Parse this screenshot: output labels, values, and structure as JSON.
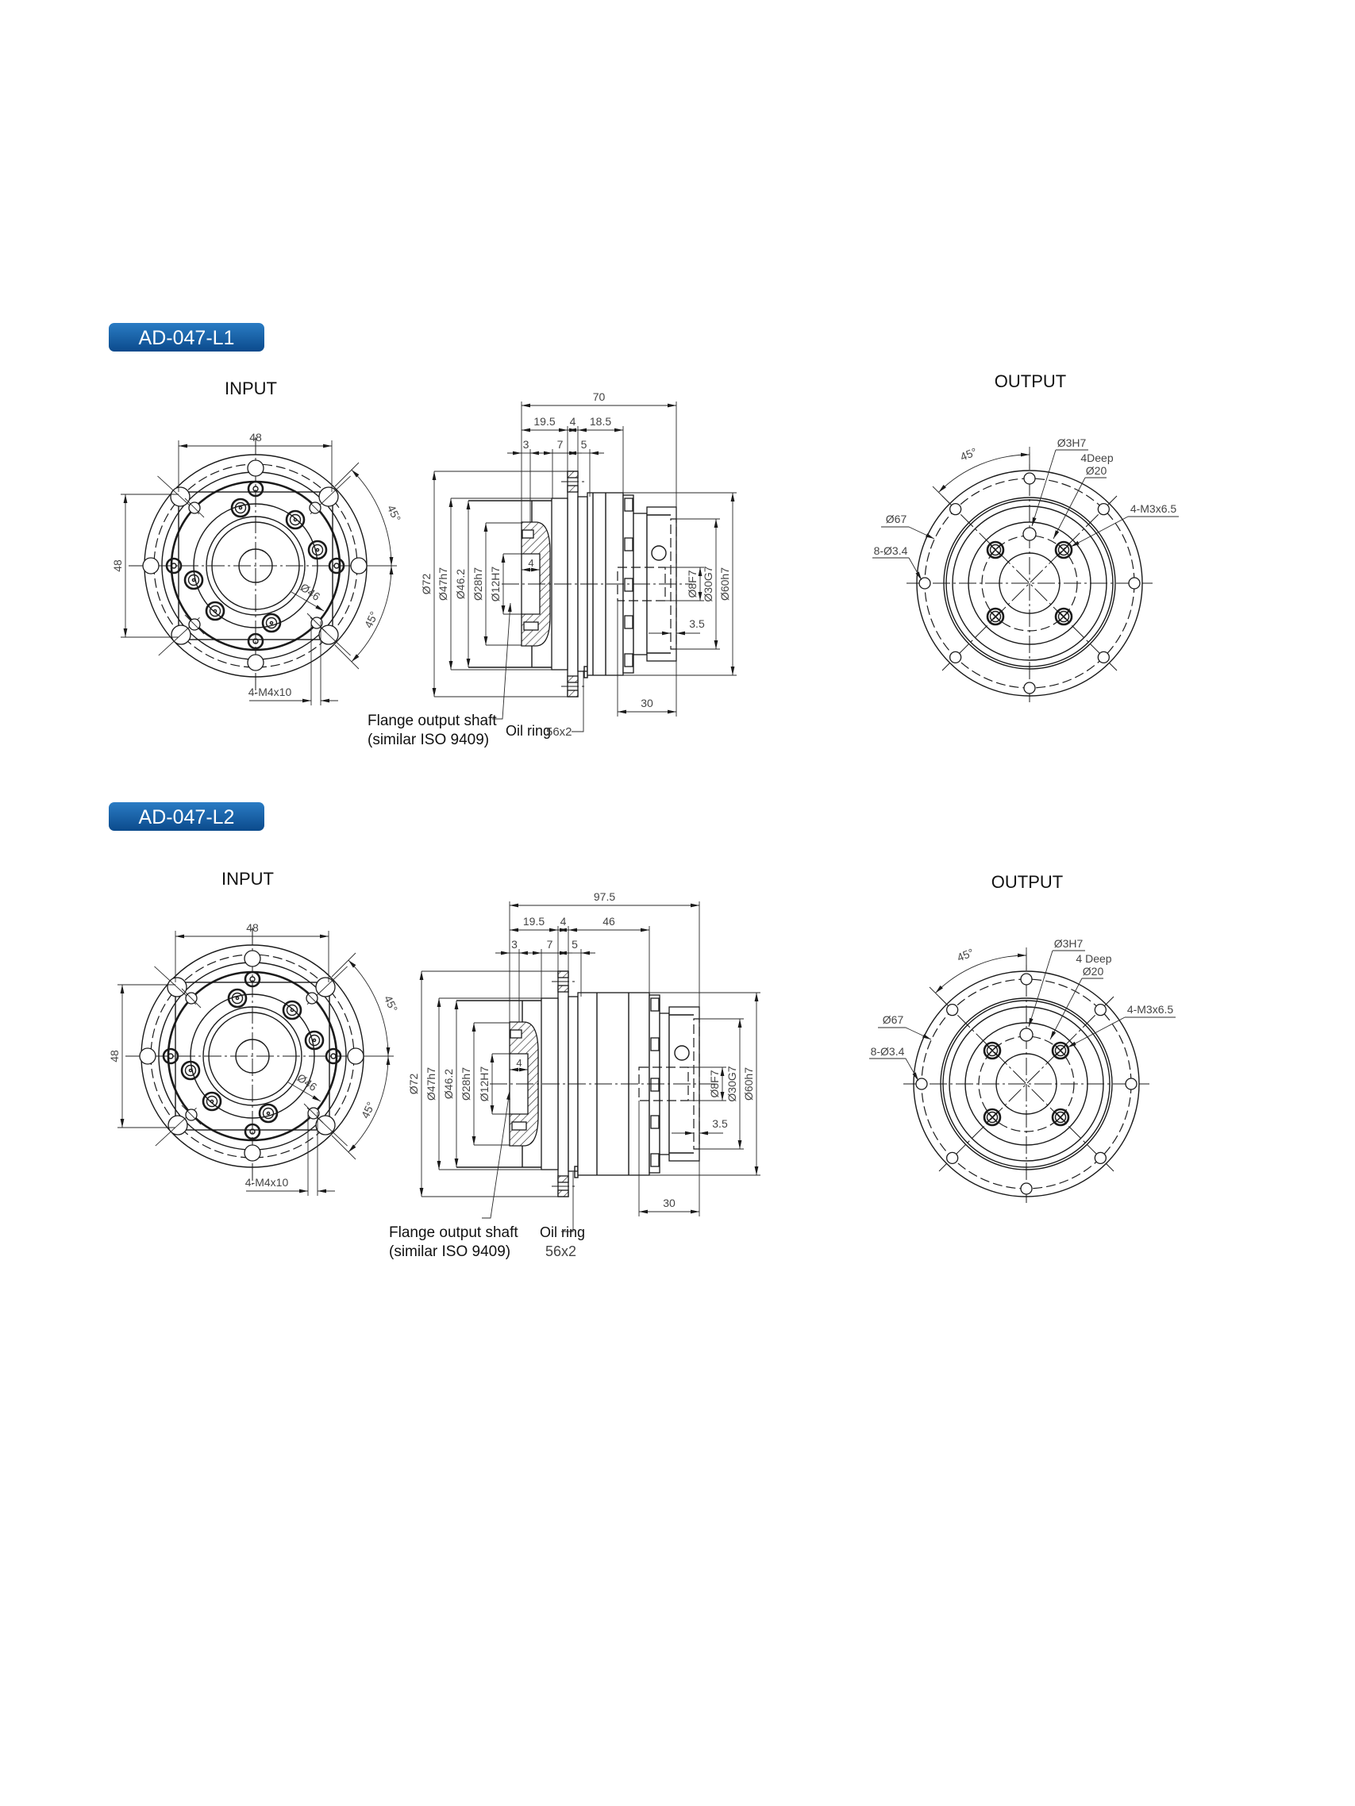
{
  "colors": {
    "badge_top": "#2a7cc4",
    "badge_bottom": "#0b4a8c",
    "line": "#1a1a1a"
  },
  "sections": [
    {
      "model": "AD-047-L1",
      "input": {
        "title": "INPUT",
        "dim_width": "48",
        "dim_height": "48",
        "angle_top": "45°",
        "angle_bottom": "45°",
        "bolt_circle": "Ø46",
        "thread": "4-M4x10"
      },
      "side": {
        "overall": "70",
        "segments": [
          "19.5",
          "4",
          "18.5"
        ],
        "small": [
          "3",
          "7",
          "5"
        ],
        "diameters": [
          "Ø72",
          "Ø47h7",
          "Ø46.2",
          "Ø28h7",
          "Ø12H7"
        ],
        "inner_depth": "4",
        "output_diameters": [
          "Ø8F7",
          "Ø30G7",
          "Ø60h7"
        ],
        "offset": "3.5",
        "shaft_length": "30",
        "flange_label": [
          "Flange output shaft",
          "(similar ISO 9409)"
        ],
        "oil_ring_label": "Oil ring",
        "oil_ring_size": "56x2"
      },
      "output": {
        "title": "OUTPUT",
        "angle": "45°",
        "pin": "Ø3H7",
        "pin_depth": "4Deep",
        "pin_pcd": "Ø20",
        "thread": "4-M3x6.5",
        "pcd": "Ø67",
        "holes": "8-Ø3.4"
      }
    },
    {
      "model": "AD-047-L2",
      "input": {
        "title": "INPUT",
        "dim_width": "48",
        "dim_height": "48",
        "angle_top": "45°",
        "angle_bottom": "45°",
        "bolt_circle": "Ø46",
        "thread": "4-M4x10"
      },
      "side": {
        "overall": "97.5",
        "segments": [
          "19.5",
          "4",
          "46"
        ],
        "small": [
          "3",
          "7",
          "5"
        ],
        "diameters": [
          "Ø72",
          "Ø47h7",
          "Ø46.2",
          "Ø28h7",
          "Ø12H7"
        ],
        "inner_depth": "4",
        "output_diameters": [
          "Ø8F7",
          "Ø30G7",
          "Ø60h7"
        ],
        "offset": "3.5",
        "shaft_length": "30",
        "flange_label": [
          "Flange output shaft",
          "(similar ISO 9409)"
        ],
        "oil_ring_label": "Oil ring",
        "oil_ring_size": "56x2"
      },
      "output": {
        "title": "OUTPUT",
        "angle": "45°",
        "pin": "Ø3H7",
        "pin_depth": "4 Deep",
        "pin_pcd": "Ø20",
        "thread": "4-M3x6.5",
        "pcd": "Ø67",
        "holes": "8-Ø3.4"
      }
    }
  ]
}
